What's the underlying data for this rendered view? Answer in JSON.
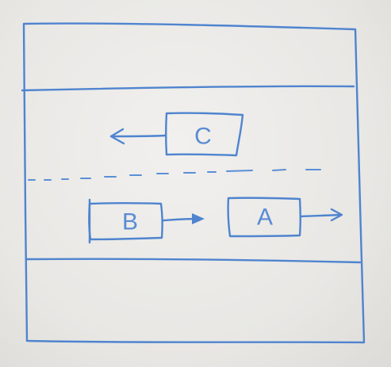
{
  "diagram": {
    "vehicles": [
      {
        "id": "car-a",
        "label": "A",
        "direction": "right",
        "lane": "lower"
      },
      {
        "id": "car-b",
        "label": "B",
        "direction": "right",
        "lane": "lower"
      },
      {
        "id": "car-c",
        "label": "C",
        "direction": "left",
        "lane": "upper"
      }
    ],
    "lane_divider": "dashed",
    "ink_color": "#4f84cf",
    "background_color": "#ecebe8"
  }
}
